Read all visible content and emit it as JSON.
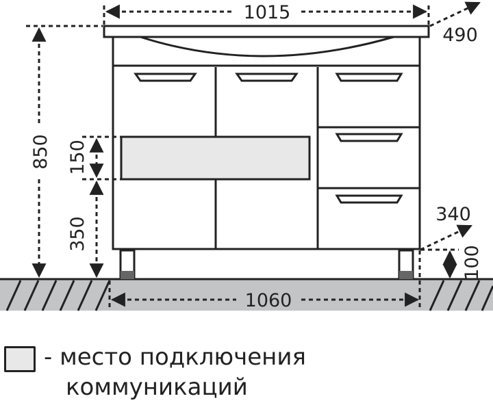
{
  "dimensions": {
    "top_width": "1015",
    "depth_top": "490",
    "height_total": "850",
    "zone_height": "150",
    "zone_offset": "350",
    "depth_bottom": "340",
    "leg_height": "100",
    "floor_width": "1060"
  },
  "legend": {
    "line1": "- место подключения",
    "line2": "коммуникаций",
    "swatch_color": "#e8e8e8"
  },
  "colors": {
    "stroke": "#222222",
    "floor": "#c2c4c6",
    "zone": "#e8e8e8"
  }
}
